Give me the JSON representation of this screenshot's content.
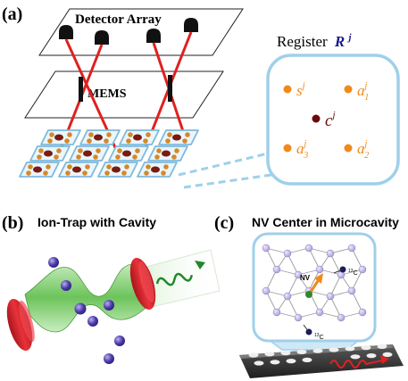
{
  "panel_a": {
    "label": "(a)",
    "detector_label": "Detector Array",
    "mems_label": "MEMS",
    "register_title": "Register",
    "register_symbol": "R",
    "register_sup": "j",
    "nodes": {
      "s": {
        "base": "s",
        "sup": "j",
        "sub": ""
      },
      "c": {
        "base": "c",
        "sup": "j",
        "sub": ""
      },
      "a1": {
        "base": "a",
        "sup": "j",
        "sub": "1"
      },
      "a2": {
        "base": "a",
        "sup": "j",
        "sub": "2"
      },
      "a3": {
        "base": "a",
        "sup": "j",
        "sub": "3"
      }
    },
    "colors": {
      "beam": "#e02020",
      "node_orange": "#f08a1c",
      "node_dark": "#6b0a0a",
      "frame": "#9fd0ea",
      "sym_blue": "#1a1a8c"
    }
  },
  "panel_b": {
    "label": "(b)",
    "title": "Ion-Trap with Cavity",
    "colors": {
      "mirror": "#d8222a",
      "field": "#7ccf6a",
      "ion": "#4a3aa8",
      "photon": "#1f8a2a"
    }
  },
  "panel_c": {
    "label": "(c)",
    "title": "NV Center in Microcavity",
    "nv_label": "NV",
    "c13_top_sup": "13",
    "c13_top_base": "C",
    "c13_bot_sup": "13",
    "c13_bot_base": "C",
    "colors": {
      "lattice": "#b4a6d8",
      "chip": "#2b2b2b",
      "pulse": "#e02020",
      "frame": "#9fd0ea"
    }
  }
}
